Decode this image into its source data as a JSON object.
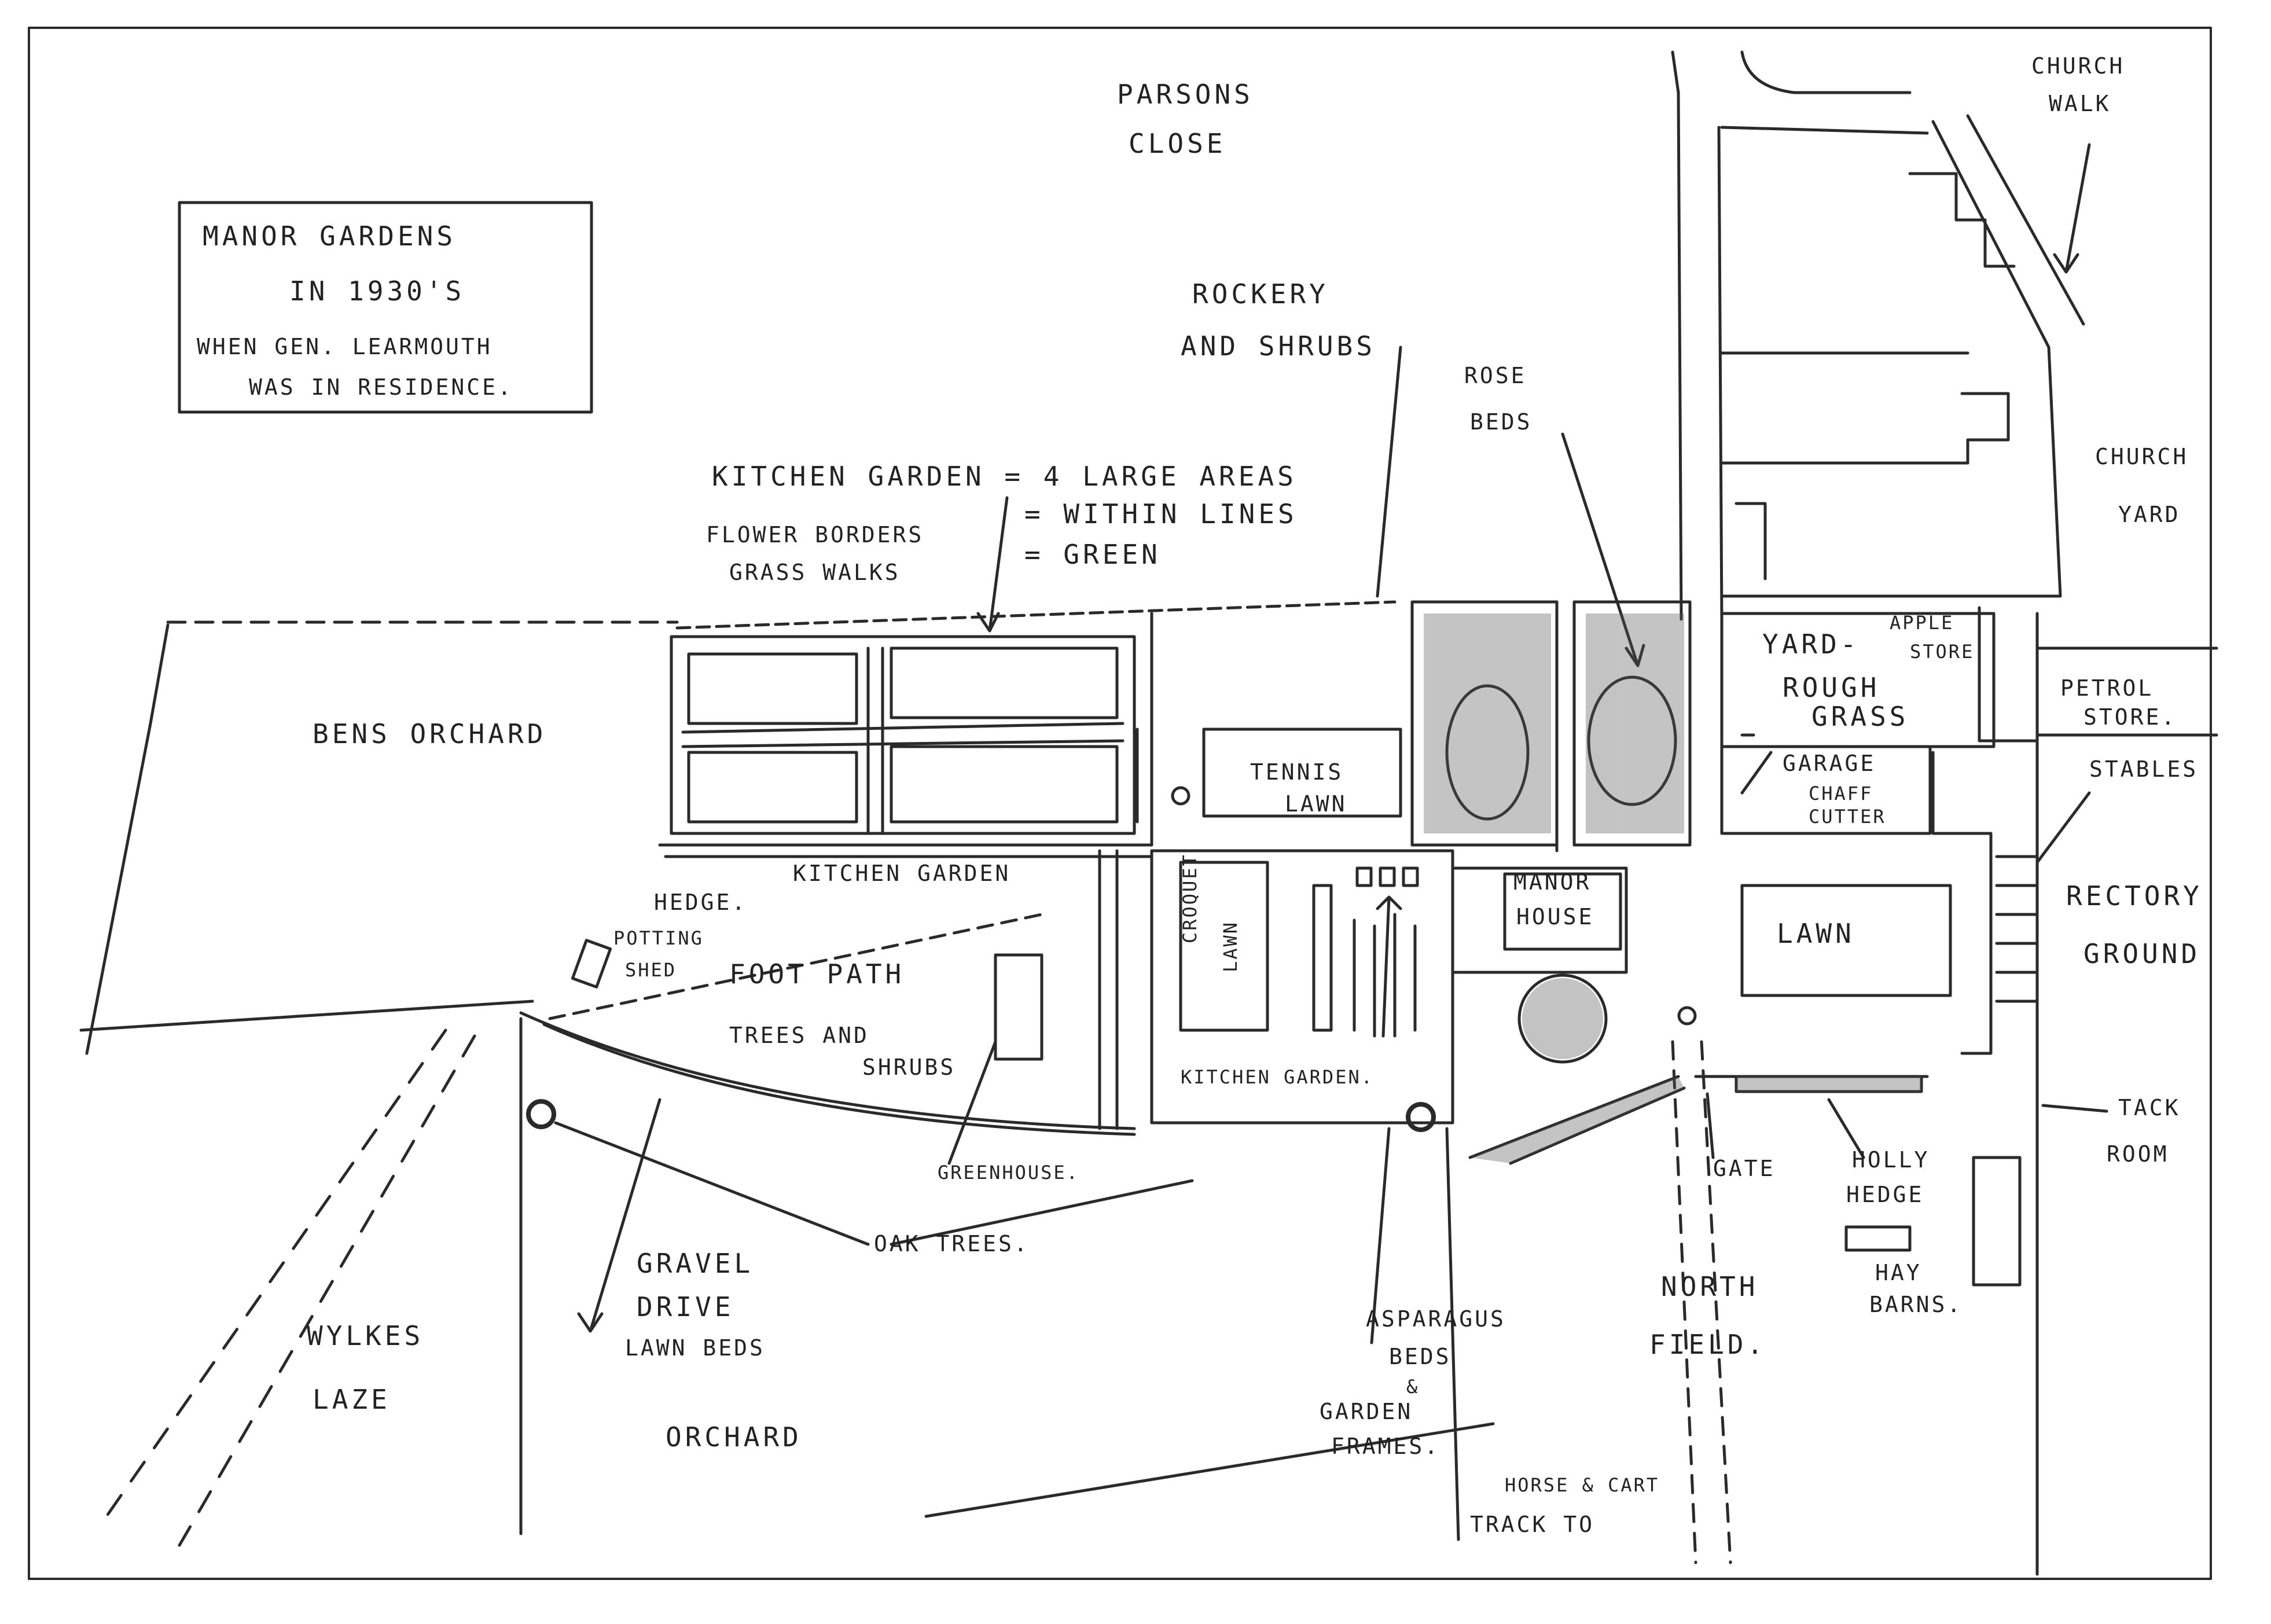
{
  "title_box": {
    "line1": "MANOR GARDENS",
    "line2": "IN 1930'S",
    "line3": "WHEN GEN. LEARMOUTH",
    "line4": "WAS IN RESIDENCE."
  },
  "labels": {
    "parsons_close_1": "PARSONS",
    "parsons_close_2": "CLOSE",
    "church_walk_1": "CHURCH",
    "church_walk_2": "WALK",
    "church_yard_1": "CHURCH",
    "church_yard_2": "YARD",
    "rockery_1": "ROCKERY",
    "rockery_2": "AND SHRUBS",
    "rose_beds_1": "ROSE",
    "rose_beds_2": "BEDS",
    "legend_kitchen": "KITCHEN GARDEN = 4 LARGE AREAS",
    "legend_flower": "FLOWER BORDERS",
    "legend_within": "= WITHIN LINES",
    "legend_grass": "GRASS WALKS",
    "legend_green": "= GREEN",
    "bens_orchard": "BENS ORCHARD",
    "yard_1": "YARD-",
    "yard_2": "ROUGH",
    "yard_3": "GRASS",
    "apple_store_1": "APPLE",
    "apple_store_2": "STORE",
    "petrol_store_1": "PETROL",
    "petrol_store_2": "STORE.",
    "stables": "STABLES",
    "garage": "GARAGE",
    "chaff_1": "CHAFF",
    "chaff_2": "CUTTER",
    "tennis_1": "TENNIS",
    "tennis_2": "LAWN",
    "kitchen_garden_mid": "KITCHEN GARDEN",
    "hedge": "HEDGE.",
    "potting_1": "POTTING",
    "potting_2": "SHED",
    "foot_path": "FOOT PATH",
    "trees_1": "TREES AND",
    "trees_2": "SHRUBS",
    "croquet_1": "CROQUET",
    "croquet_2": "LAWN",
    "manor_1": "MANOR",
    "manor_2": "HOUSE",
    "lawn": "LAWN",
    "rectory_1": "RECTORY",
    "rectory_2": "GROUND",
    "kitchen_garden_low": "KITCHEN GARDEN.",
    "greenhouse": "GREENHOUSE.",
    "oak_trees": "OAK TREES.",
    "gate": "GATE",
    "holly_1": "HOLLY",
    "holly_2": "HEDGE",
    "tack_1": "TACK",
    "tack_2": "ROOM",
    "hay_1": "HAY",
    "hay_2": "BARNS.",
    "gravel_1": "GRAVEL",
    "gravel_2": "DRIVE",
    "gravel_3": "LAWN BEDS",
    "wylkes_1": "WYLKES",
    "wylkes_2": "LAZE",
    "orchard": "ORCHARD",
    "asparagus_1": "ASPARAGUS",
    "asparagus_2": "BEDS",
    "asparagus_3": "&",
    "asparagus_4": "GARDEN",
    "asparagus_5": "FRAMES.",
    "north_1": "NORTH",
    "north_2": "FIELD.",
    "horse_1": "HORSE & CART",
    "horse_2": "TRACK TO"
  }
}
